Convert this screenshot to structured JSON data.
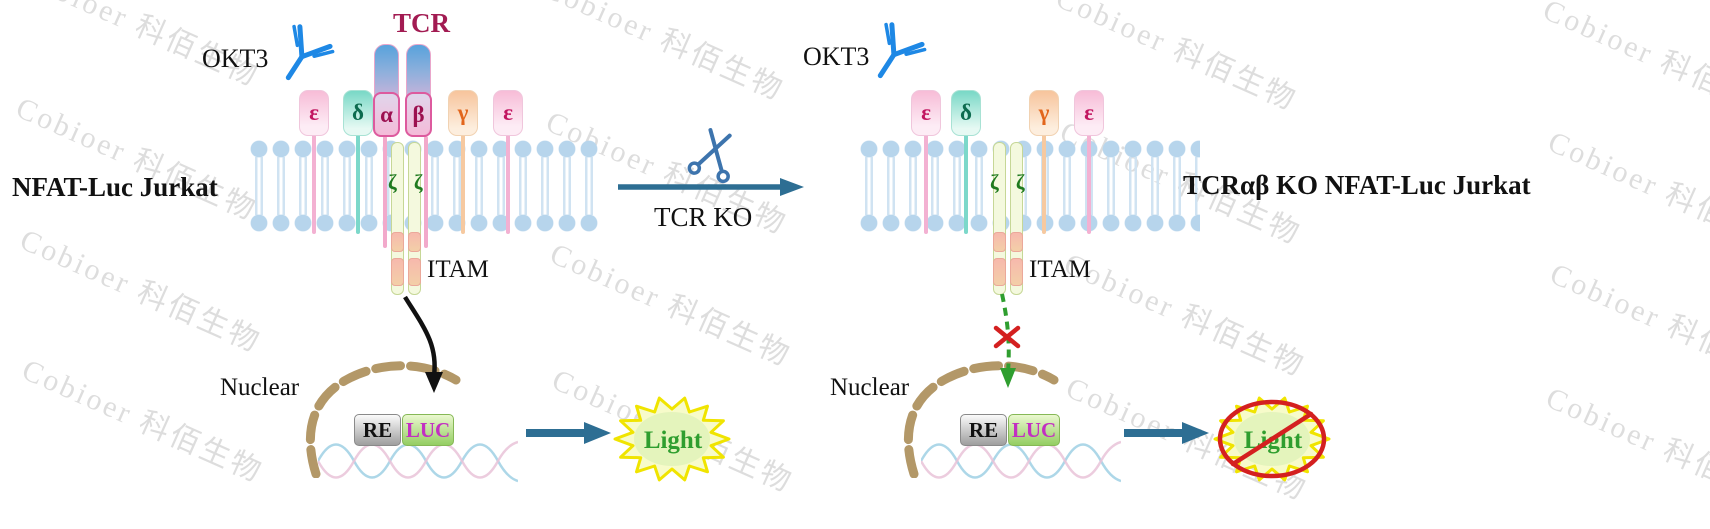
{
  "watermark": {
    "text": "Cobioer 科佰生物"
  },
  "left": {
    "cell_label": "NFAT-Luc Jurkat",
    "okt3_label": "OKT3",
    "tcr_label": "TCR",
    "receptors": [
      {
        "name": "epsilon-left",
        "label": "ε"
      },
      {
        "name": "delta",
        "label": "δ"
      },
      {
        "name": "alpha",
        "label": "α"
      },
      {
        "name": "beta",
        "label": "β"
      },
      {
        "name": "gamma",
        "label": "γ"
      },
      {
        "name": "epsilon-right",
        "label": "ε"
      }
    ],
    "zeta_label": "ζ ζ",
    "itam_label": "ITAM",
    "nuclear_label": "Nuclear",
    "reporter": {
      "re": "RE",
      "luc": "LUC"
    },
    "light_label": "Light"
  },
  "middle": {
    "ko_label": "TCR KO"
  },
  "right": {
    "cell_label": "TCRαβ KO NFAT-Luc Jurkat",
    "okt3_label": "OKT3",
    "receptors": [
      {
        "name": "epsilon-left",
        "label": "ε"
      },
      {
        "name": "delta",
        "label": "δ"
      },
      {
        "name": "gamma",
        "label": "γ"
      },
      {
        "name": "epsilon-right",
        "label": "ε"
      }
    ],
    "zeta_label": "ζ ζ",
    "itam_label": "ITAM",
    "nuclear_label": "Nuclear",
    "reporter": {
      "re": "RE",
      "luc": "LUC"
    },
    "light_label": "Light"
  },
  "colors": {
    "arrow_teal": "#2d6e93",
    "antibody_blue": "#1e88e5",
    "tcr_title": "#a21b52",
    "light_green": "#2f9e2f",
    "blocked_red": "#d42020",
    "nuclear_tan": "#b39868"
  }
}
